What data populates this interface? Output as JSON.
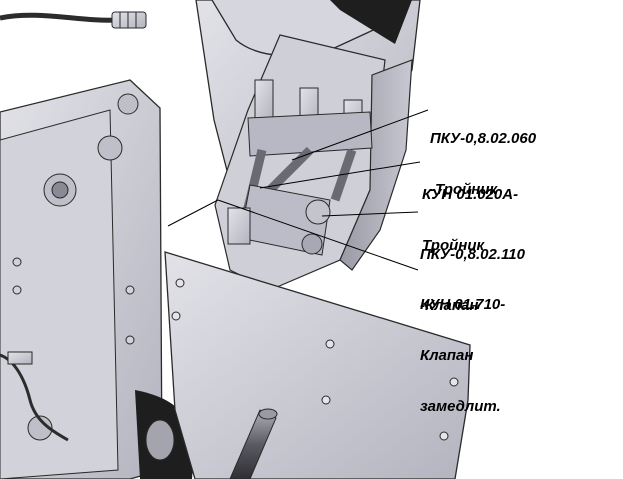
{
  "callouts": [
    {
      "line1": "ПКУ-0,8.02.060",
      "line2": "-Тройник"
    },
    {
      "line1": "КУН 01.020А-",
      "line2": "Тройник"
    },
    {
      "line1": "ПКУ-0,8.02.110",
      "line2": "-Клапан"
    },
    {
      "line1": "КУН 01.710-",
      "line2": "Клапан",
      "line3": "замедлит."
    }
  ],
  "colors": {
    "metal": "#c9c9d3",
    "metal_dark": "#8d8d99",
    "metal_light": "#e4e4ea",
    "outline": "#2a2a2a",
    "tire": "#1e1e1e",
    "hose": "#2c2c2c"
  }
}
